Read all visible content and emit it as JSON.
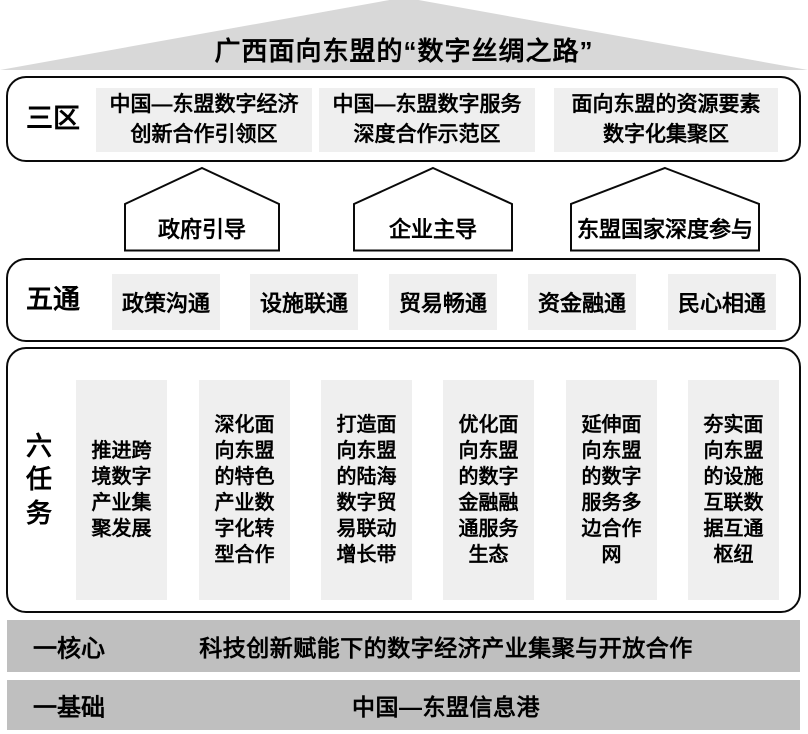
{
  "title": "广西面向东盟的“数字丝绸之路”",
  "zones_row": {
    "label": "三区",
    "items": [
      "中国—东盟数字经济\n创新合作引领区",
      "中国—东盟数字服务\n深度合作示范区",
      "面向东盟的资源要素\n数字化集聚区"
    ]
  },
  "drivers": [
    "政府引导",
    "企业主导",
    "东盟国家深度参与"
  ],
  "connectivity_row": {
    "label": "五通",
    "items": [
      "政策沟通",
      "设施联通",
      "贸易畅通",
      "资金融通",
      "民心相通"
    ]
  },
  "tasks_row": {
    "label": "六\n任\n务",
    "items": [
      "推进跨\n境数字\n产业集\n聚发展",
      "深化面\n向东盟\n的特色\n产业数\n字化转\n型合作",
      "打造面\n向东盟\n的陆海\n数字贸\n易联动\n增长带",
      "优化面\n向东盟\n的数字\n金融融\n通服务\n生态",
      "延伸面\n向东盟\n的数字\n服务多\n边合作\n网",
      "夯实面\n向东盟\n的设施\n互联数\n据互通\n枢纽"
    ]
  },
  "core_bar": {
    "label": "一核心",
    "text": "科技创新赋能下的数字经济产业集聚与开放合作"
  },
  "foundation_bar": {
    "label": "一基础",
    "text": "中国—东盟信息港"
  },
  "colors": {
    "roof_fill": "#d8d8d8",
    "cell_fill": "#efefef",
    "bar_fill": "#bfbfbf",
    "border": "#0a0a0a",
    "text": "#000000"
  }
}
